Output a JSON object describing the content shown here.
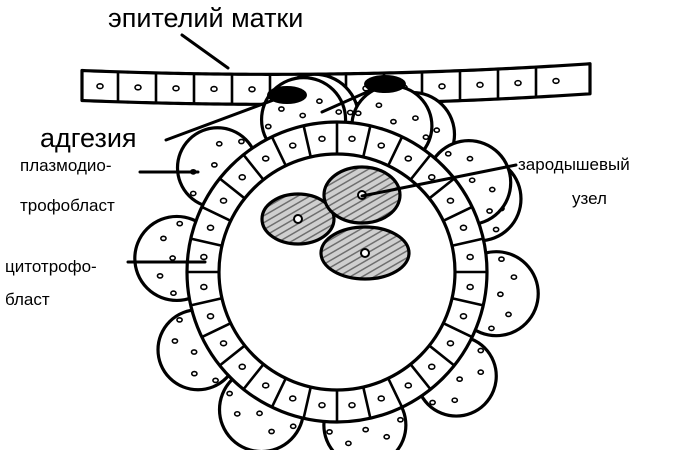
{
  "labels": {
    "uterus_epithelium": "эпителий матки",
    "adhesion": "адгезия",
    "plasmodiotrophoblast_line1": "плазмодио-",
    "plasmodiotrophoblast_line2": "трофобласт",
    "embryo_node_line1": "зародышевый",
    "embryo_node_line2": "узел",
    "cytotrophoblast_line1": "цитотрофо-",
    "cytotrophoblast_line2": "бласт"
  },
  "colors": {
    "stroke": "#000000",
    "background": "#ffffff",
    "hatch": "#8a8a8a"
  }
}
